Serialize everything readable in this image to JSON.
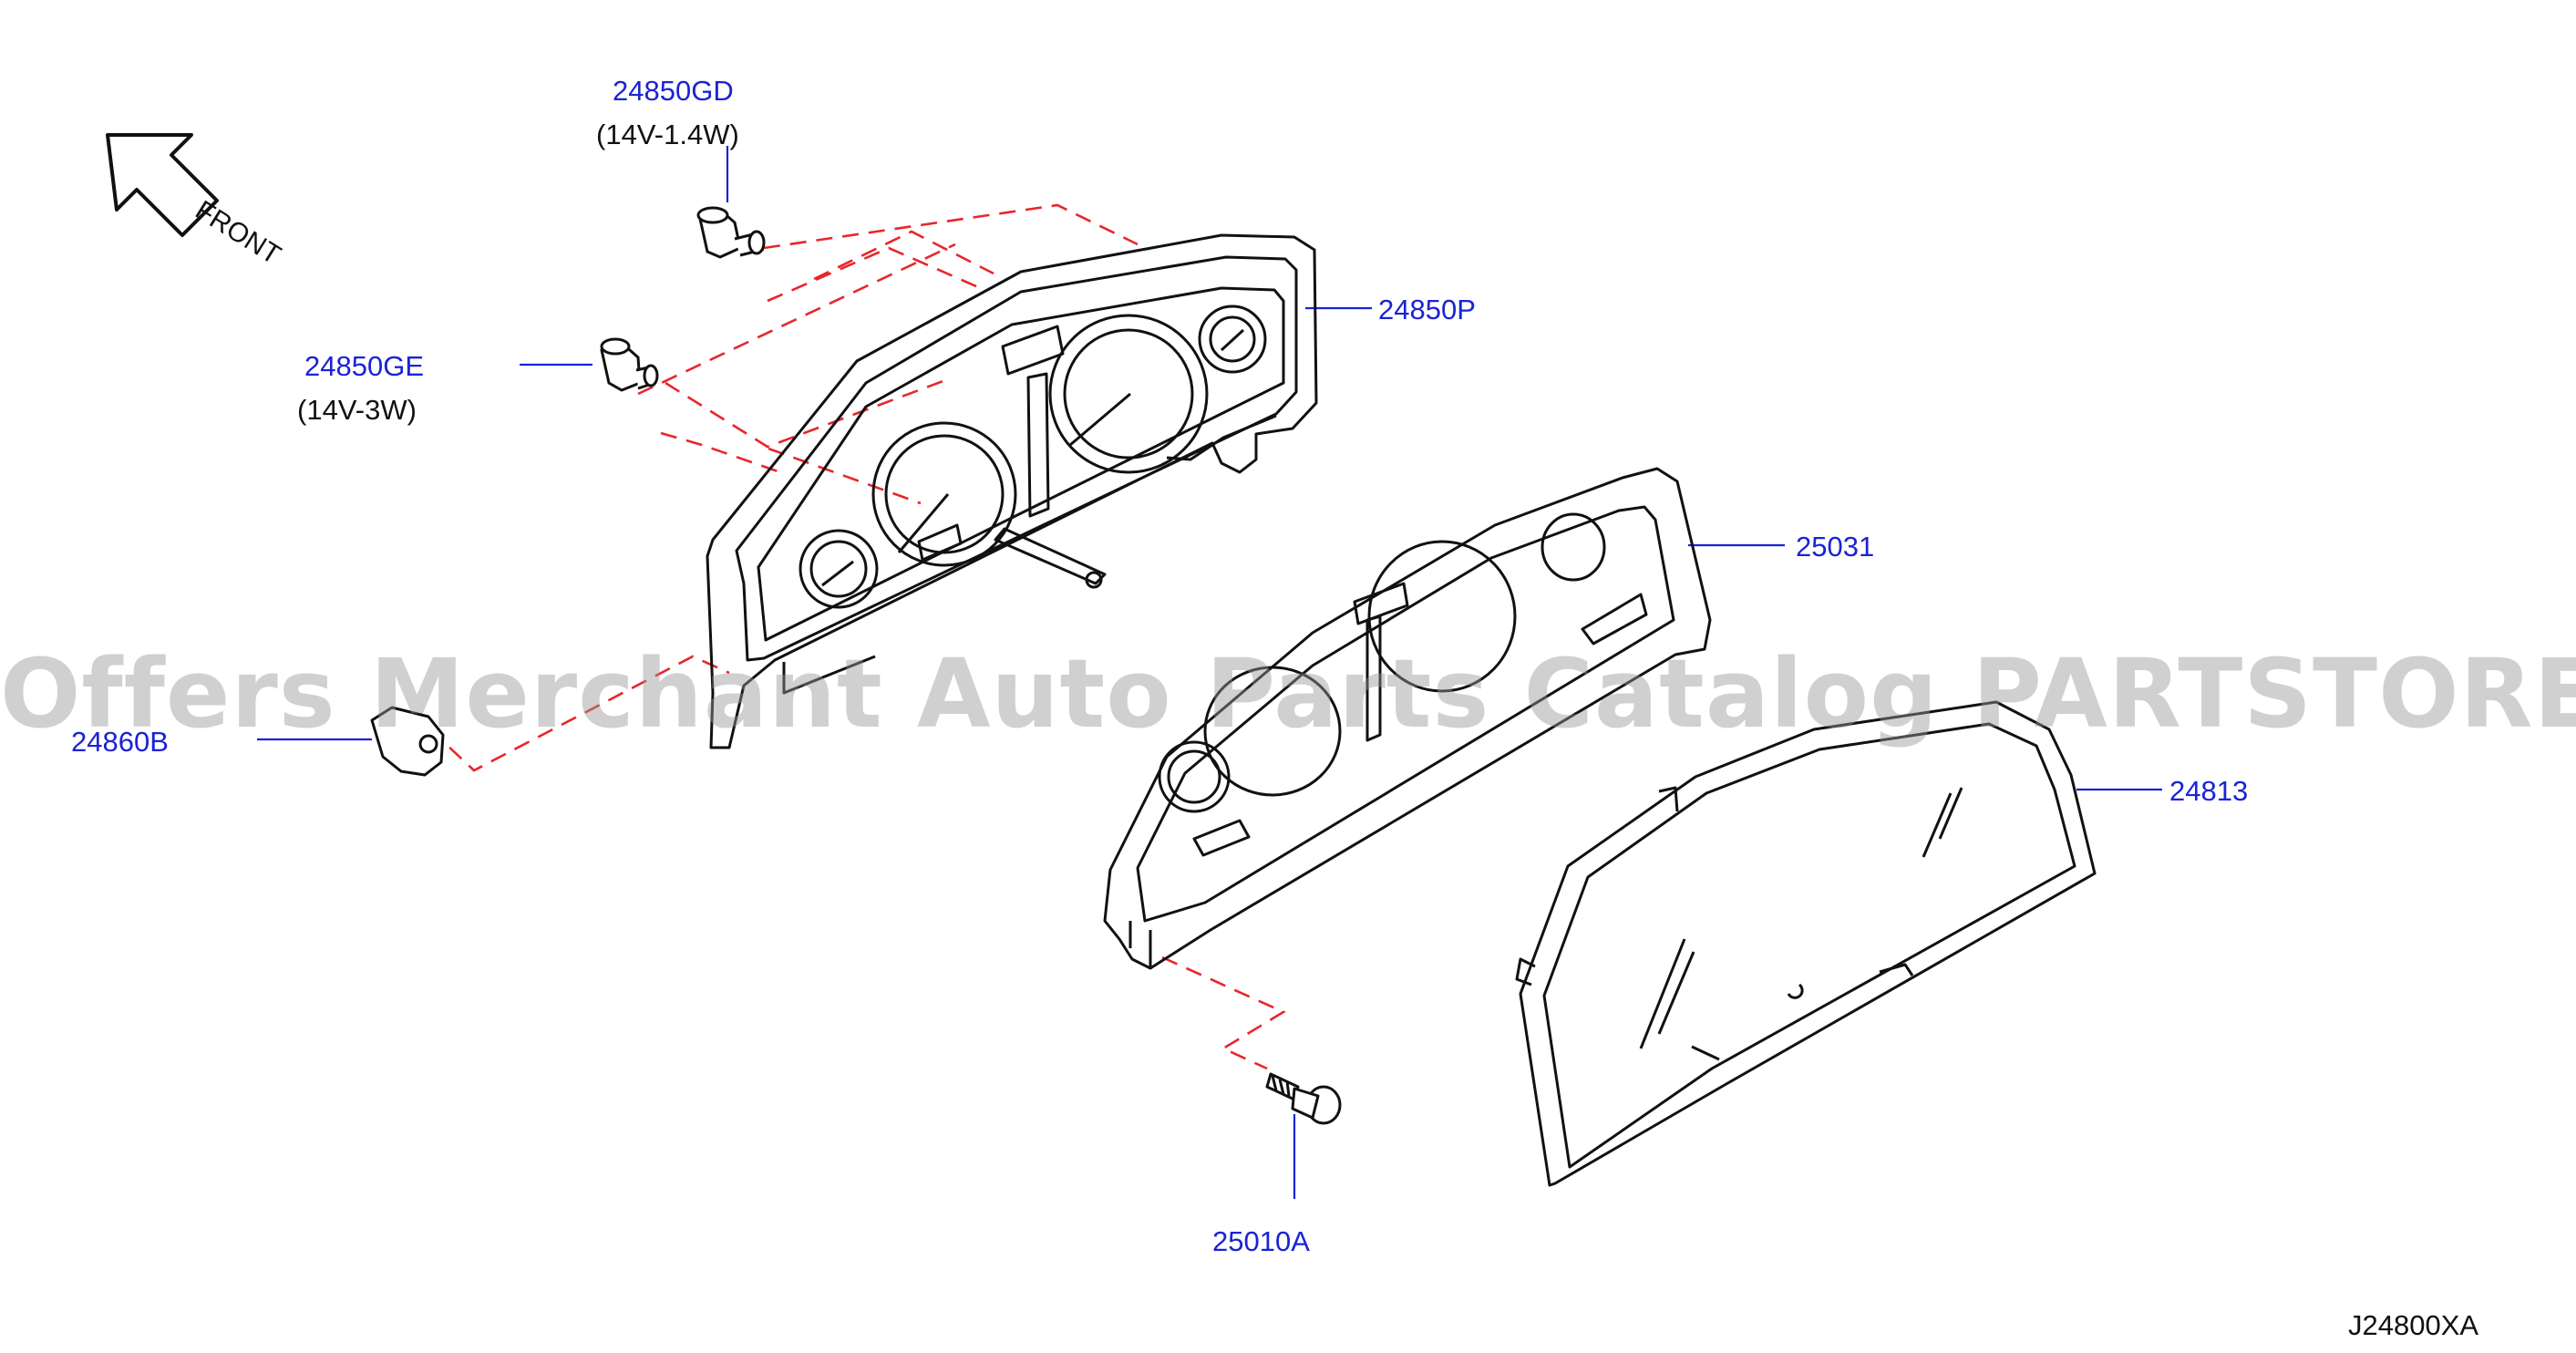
{
  "diagram_code": "J24800XA",
  "watermark": "Offers Merchant Auto Parts Catalog PARTSTORE.SA",
  "direction": "FRONT",
  "parts": [
    {
      "id": "24850GD",
      "spec": "(14V-1.4W)"
    },
    {
      "id": "24850GE",
      "spec": "(14V-3W)"
    },
    {
      "id": "24850P"
    },
    {
      "id": "25031"
    },
    {
      "id": "24813"
    },
    {
      "id": "24860B"
    },
    {
      "id": "25010A"
    }
  ],
  "colors": {
    "callout": "#1a23d6",
    "leader_dashed": "#e8262c",
    "drawing": "#111111"
  }
}
